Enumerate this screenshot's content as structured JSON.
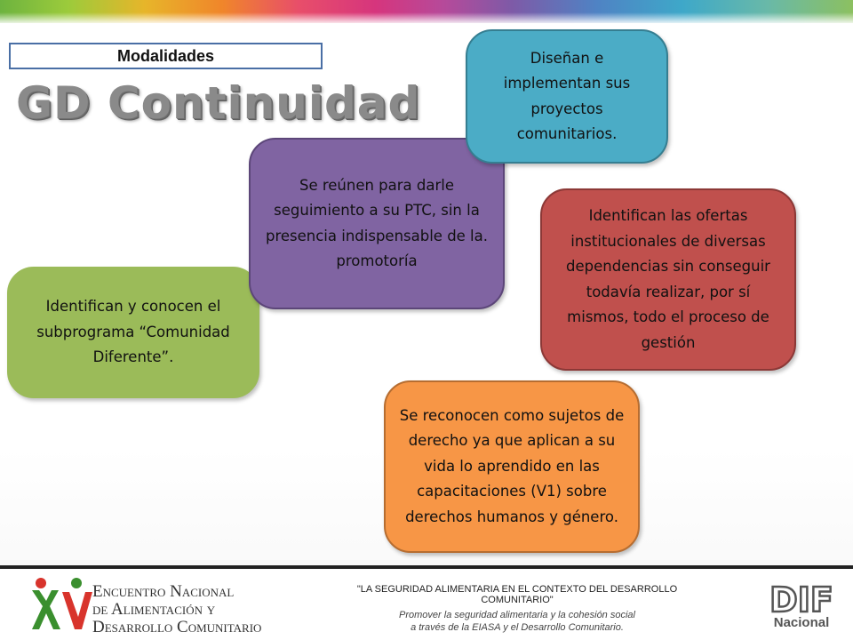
{
  "slide": {
    "tag": "Modalidades",
    "title": "GD Continuidad"
  },
  "boxes": {
    "green": "Identifican y conocen el subprograma “Comunidad Diferente”.",
    "purple": "Se reúnen para darle seguimiento a su PTC, sin la presencia indispensable de la. promotoría",
    "teal": "Diseñan e implementan sus proyectos comunitarios.",
    "red": "Identifican las ofertas institucionales de diversas dependencias sin conseguir todavía realizar, por sí mismos, todo el proceso de gestión",
    "orange": "Se reconocen como sujetos de derecho ya que aplican a su vida lo aprendido en las capacitaciones (V1) sobre derechos humanos y género."
  },
  "footer": {
    "event_line1": "Encuentro Nacional",
    "event_line2": "de Alimentación y",
    "event_line3": "Desarrollo Comunitario",
    "slogan_quote": "\"LA SEGURIDAD ALIMENTARIA EN EL CONTEXTO DEL DESARROLLO COMUNITARIO\"",
    "slogan_line1": "Promover la seguridad alimentaria y la cohesión social",
    "slogan_line2": "a través de la EIASA y el Desarrollo Comunitario.",
    "dif_logo_text": "DIF",
    "dif_sub": "Nacional"
  },
  "colors": {
    "green": "#9bbb59",
    "purple": "#8064a2",
    "teal": "#4bacc6",
    "red": "#c0504d",
    "orange": "#f79646"
  }
}
